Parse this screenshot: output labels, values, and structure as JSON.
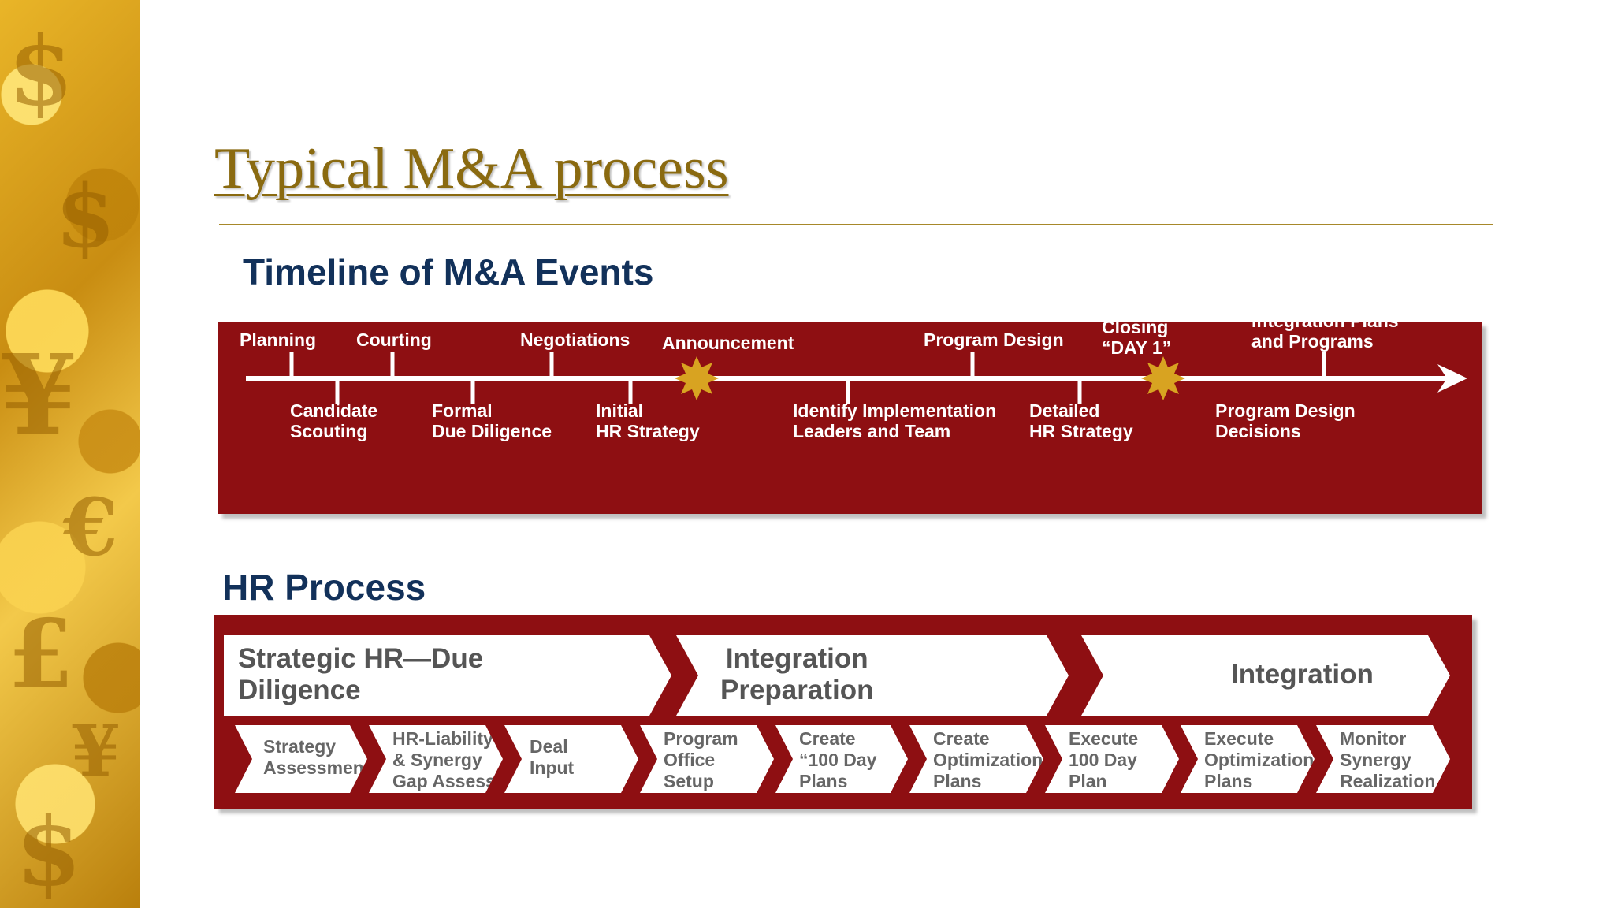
{
  "slide": {
    "title": "Typical M&A process"
  },
  "timeline": {
    "header": "Timeline of M&A Events",
    "top_events": [
      "Planning",
      "Courting",
      "Negotiations",
      "Announcement",
      "Program Design",
      "Closing\n“DAY 1”",
      "Integration Plans\nand Programs"
    ],
    "bottom_events": [
      "Candidate\nScouting",
      "Formal\nDue Diligence",
      "Initial\nHR Strategy",
      "Identify Implementation\nLeaders and Team",
      "Detailed\nHR Strategy",
      "Program Design\nDecisions"
    ]
  },
  "hr_process": {
    "header": "HR Process",
    "phases": [
      "Strategic HR—Due\nDiligence",
      "Integration\nPreparation",
      "Integration"
    ],
    "steps": [
      "Strategy\nAssessment",
      "HR-Liability\n& Synergy\nGap Assessment",
      "Deal\nInput",
      "Program\nOffice\nSetup",
      "Create\n“100 Day\nPlans",
      "Create\nOptimization\nPlans",
      "Execute\n100 Day\nPlan",
      "Execute\nOptimization\nPlans",
      "Monitor\nSynergy\nRealization"
    ]
  },
  "colors": {
    "panel": "#8e0f12",
    "title": "#8a6a10",
    "header": "#12315a",
    "milestone_marker": "#d8a321"
  },
  "icons": [
    "milestone-star-icon",
    "timeline-arrow-icon"
  ]
}
